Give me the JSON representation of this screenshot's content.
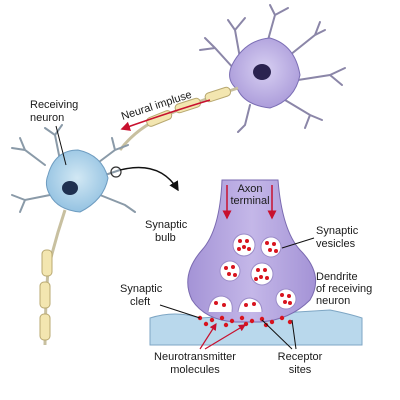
{
  "labels": {
    "receiving_neuron": [
      "Receiving",
      "neuron"
    ],
    "neural_impulse": "Neural impluse",
    "axon_terminal": [
      "Axon",
      "terminal"
    ],
    "synaptic_bulb": [
      "Synaptic",
      "bulb"
    ],
    "synaptic_vesicles": [
      "Synaptic",
      "vesicles"
    ],
    "synaptic_cleft": [
      "Synaptic",
      "cleft"
    ],
    "dendrite_receiving": [
      "Dendrite",
      "of receiving",
      "neuron"
    ],
    "neurotransmitter": [
      "Neurotransmitter",
      "molecules"
    ],
    "receptor_sites": [
      "Receptor",
      "sites"
    ]
  },
  "colors": {
    "sending_neuron": "#b9aee0",
    "receiving_neuron": "#a9cfe6",
    "dendrite_lines": "#8a9aa8",
    "myelin": "#f3e6b0",
    "bulb": "#b7a6dc",
    "vesicle": "#ffffff",
    "molecule": "#d8141e",
    "arrow_red": "#c8102e",
    "membrane": "#b9d8ec"
  }
}
